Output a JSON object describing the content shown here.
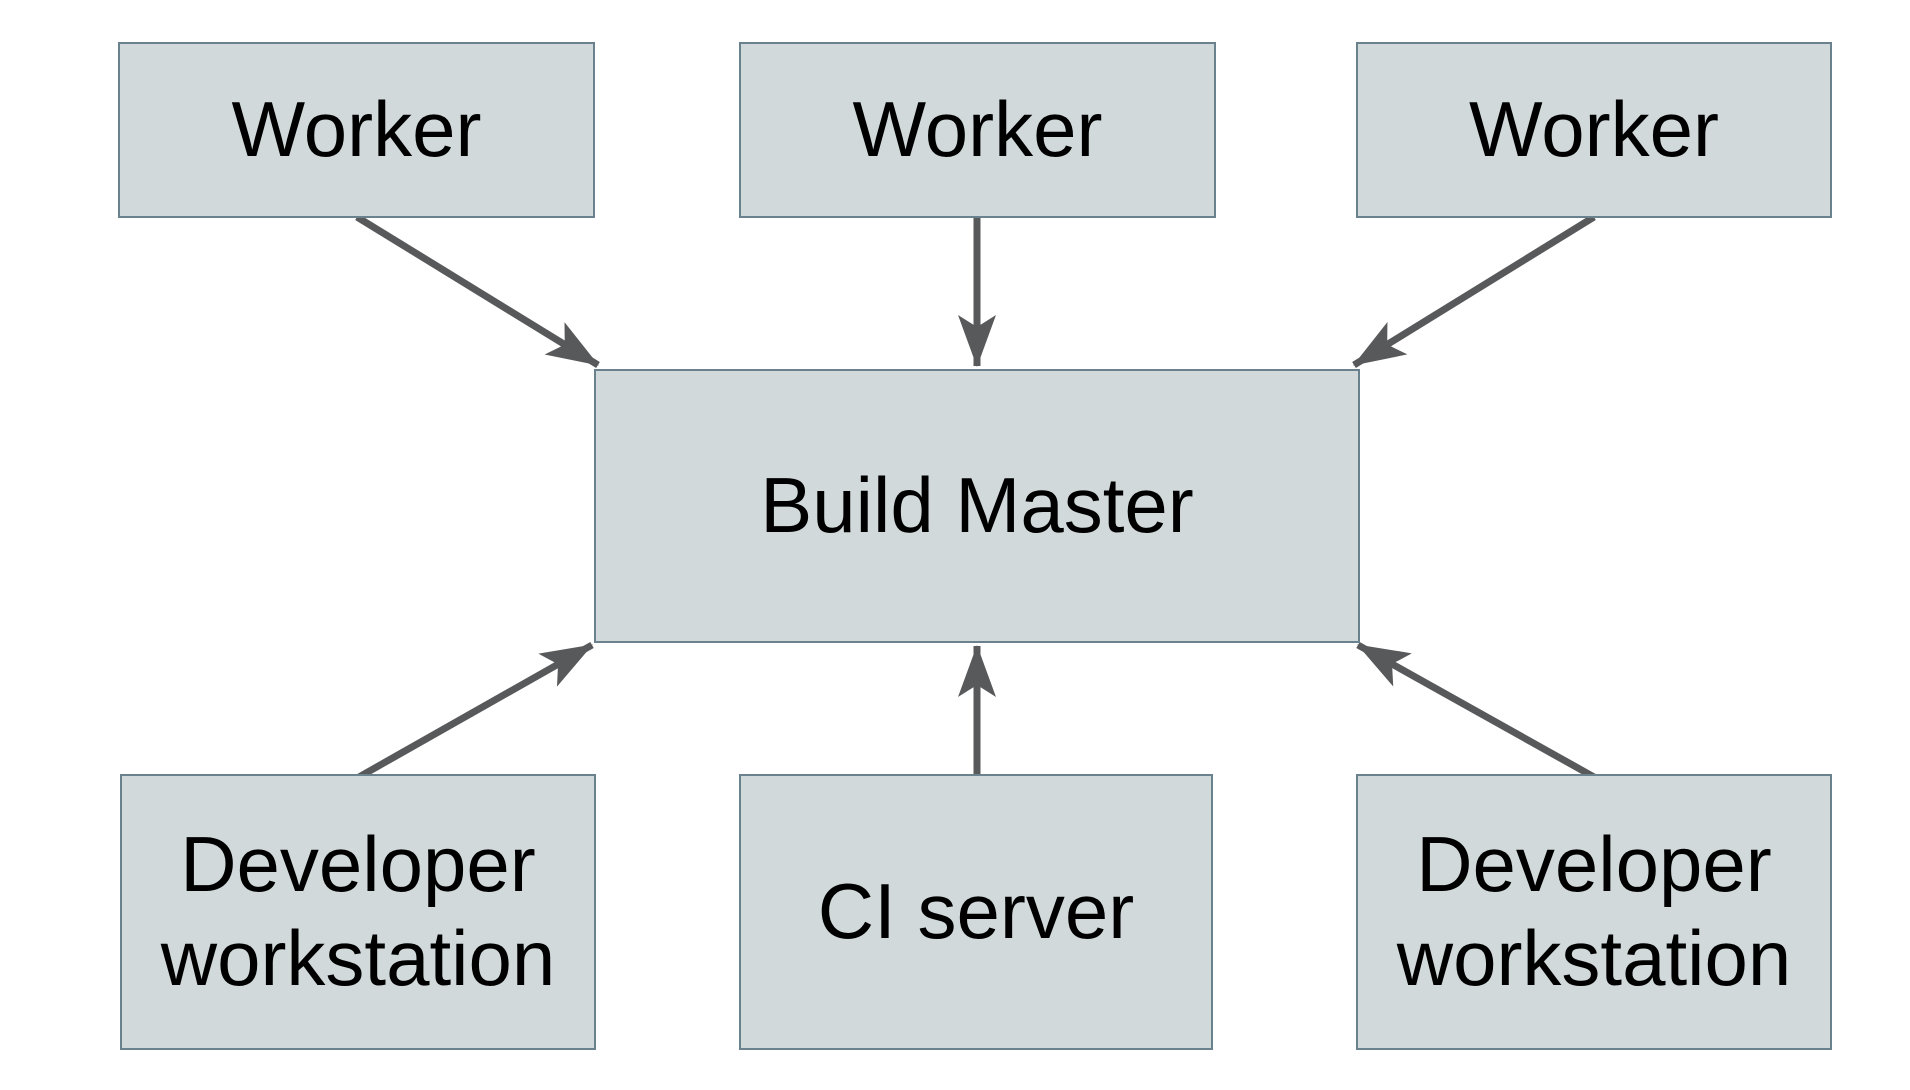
{
  "diagram": {
    "nodes": {
      "worker_1": {
        "label": "Worker"
      },
      "worker_2": {
        "label": "Worker"
      },
      "worker_3": {
        "label": "Worker"
      },
      "build_master": {
        "label": "Build Master"
      },
      "developer_workstation_1": {
        "label": "Developer\nworkstation"
      },
      "ci_server": {
        "label": "CI server"
      },
      "developer_workstation_2": {
        "label": "Developer\nworkstation"
      }
    },
    "edges": [
      {
        "from": "worker_1",
        "to": "build_master"
      },
      {
        "from": "worker_2",
        "to": "build_master"
      },
      {
        "from": "worker_3",
        "to": "build_master"
      },
      {
        "from": "developer_workstation_1",
        "to": "build_master"
      },
      {
        "from": "ci_server",
        "to": "build_master"
      },
      {
        "from": "developer_workstation_2",
        "to": "build_master"
      }
    ],
    "colors": {
      "node_fill": "#d1d9db",
      "node_border": "#69828e",
      "arrow": "#58595b",
      "label_text": "#000000",
      "background": "#ffffff"
    }
  }
}
